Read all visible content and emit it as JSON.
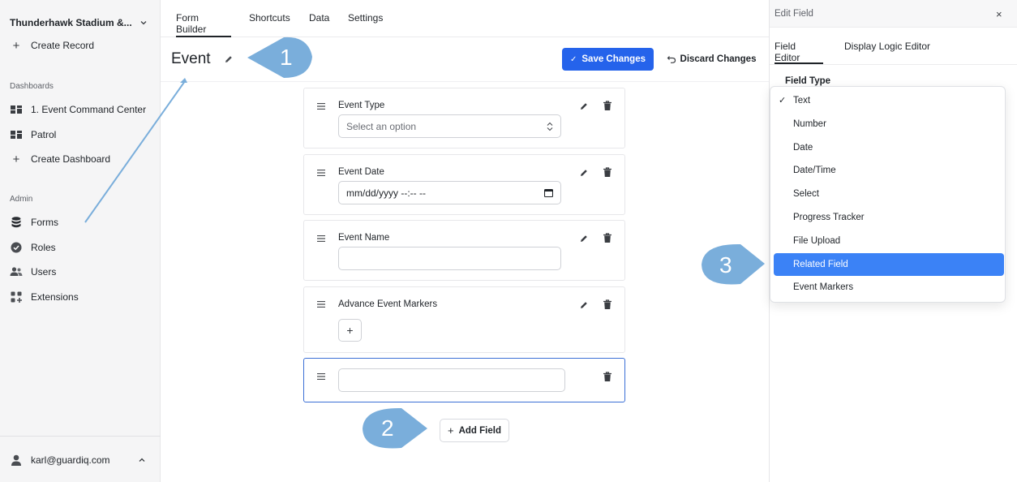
{
  "sidebar": {
    "org_name": "Thunderhawk Stadium &...",
    "create_record": "Create Record",
    "dashboards_label": "Dashboards",
    "dashboards": [
      {
        "label": "1. Event Command Center"
      },
      {
        "label": "Patrol"
      },
      {
        "label": "Create Dashboard"
      }
    ],
    "admin_label": "Admin",
    "admin": [
      {
        "label": "Forms"
      },
      {
        "label": "Roles"
      },
      {
        "label": "Users"
      },
      {
        "label": "Extensions"
      }
    ],
    "user_email": "karl@guardiq.com"
  },
  "tabs": [
    {
      "label": "Form Builder",
      "active": true
    },
    {
      "label": "Shortcuts"
    },
    {
      "label": "Data"
    },
    {
      "label": "Settings"
    }
  ],
  "header": {
    "title": "Event",
    "save_label": "Save Changes",
    "discard_label": "Discard Changes",
    "accent": "#2563eb"
  },
  "fields": [
    {
      "title": "Event Type",
      "placeholder": "Select an option"
    },
    {
      "title": "Event Date",
      "value": "mm/dd/yyyy --:-- --"
    },
    {
      "title": "Event Name",
      "value": ""
    },
    {
      "title": "Advance Event Markers",
      "button": "+"
    },
    {
      "title": "",
      "value": ""
    }
  ],
  "add_field_label": "Add Field",
  "panel": {
    "title": "Edit Field",
    "close": "×",
    "tabs": [
      {
        "label": "Field Editor",
        "active": true
      },
      {
        "label": "Display Logic Editor"
      }
    ],
    "field_type_label": "Field Type",
    "check_mark": "✓",
    "options": [
      {
        "label": "Text",
        "checked": true
      },
      {
        "label": "Number"
      },
      {
        "label": "Date"
      },
      {
        "label": "Date/Time"
      },
      {
        "label": "Select"
      },
      {
        "label": "Progress Tracker"
      },
      {
        "label": "File Upload"
      },
      {
        "label": "Related Field",
        "highlighted": true
      },
      {
        "label": "Event Markers"
      }
    ],
    "highlight_color": "#3b82f6"
  },
  "callouts": [
    {
      "number": "1"
    },
    {
      "number": "2"
    },
    {
      "number": "3"
    }
  ],
  "callout_color": "#7aaedb"
}
